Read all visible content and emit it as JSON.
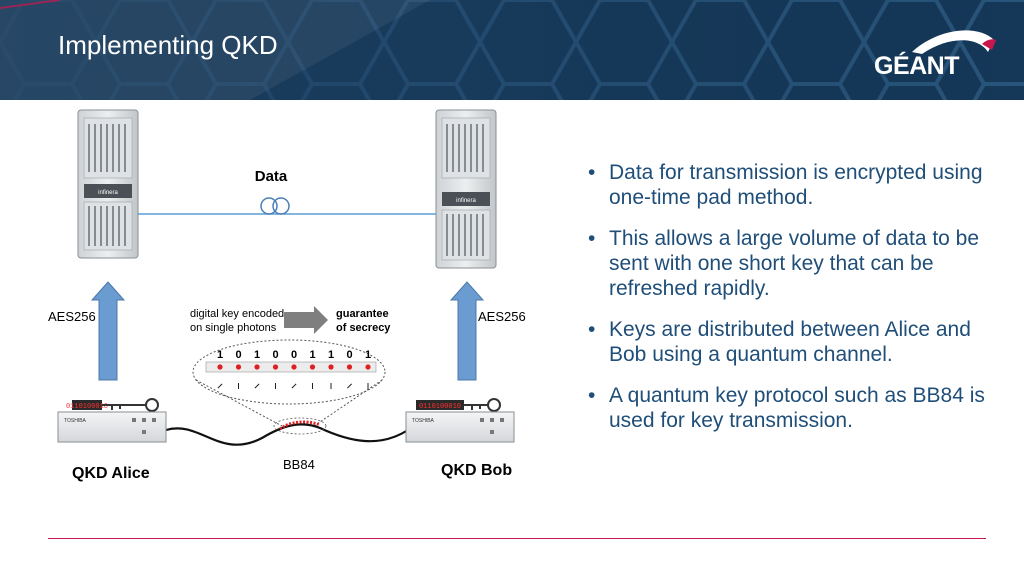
{
  "header": {
    "title": "Implementing QKD",
    "brand": "GÉANT"
  },
  "diagram": {
    "data_label": "Data",
    "left_link_label": "AES256",
    "right_link_label": "AES256",
    "alice_label": "QKD Alice",
    "bob_label": "QKD Bob",
    "protocol_label": "BB84",
    "callout_line1": "digital key encoded",
    "callout_line2": "on single photons",
    "guarantee_line1": "guarantee",
    "guarantee_line2": "of secrecy",
    "key_bits": [
      "1",
      "0",
      "1",
      "0",
      "0",
      "1",
      "1",
      "0",
      "1"
    ],
    "key_display": "0110100010",
    "rack_brand": "infinera",
    "unit_brand": "TOSHIBA"
  },
  "bullets": [
    "Data for transmission is encrypted using one-time pad method.",
    "This allows a large volume of data to be sent with one short key that can be refreshed rapidly.",
    "Keys are distributed between Alice and Bob using a quantum channel.",
    "A quantum key protocol such as BB84 is used for key transmission."
  ],
  "colors": {
    "header_bg": "#12324f",
    "text_blue": "#1f4e79",
    "accent_red": "#c8174f",
    "arrow_blue": "#6a9bd1",
    "link_blue": "#5b9bd5"
  }
}
